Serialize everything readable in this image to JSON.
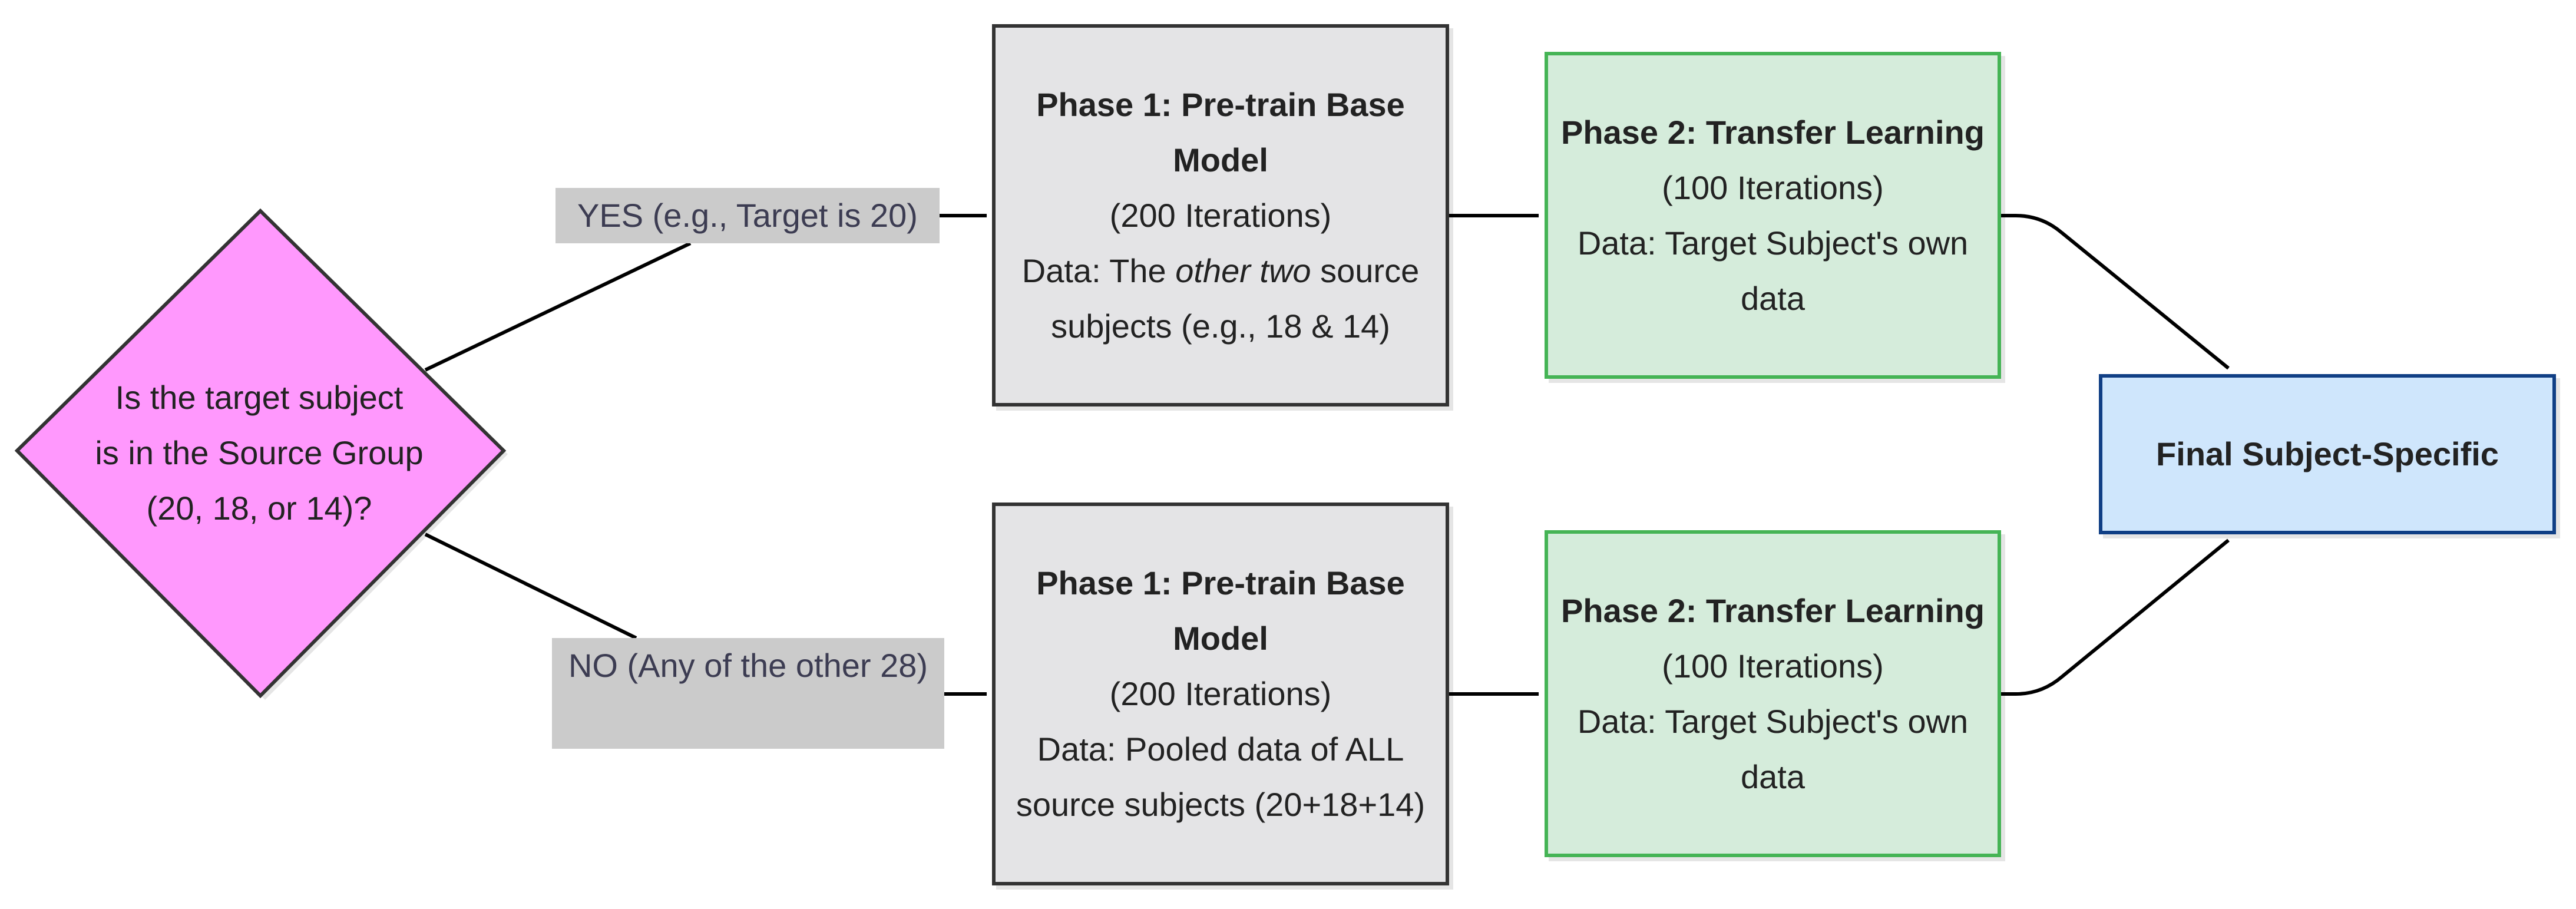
{
  "decision": {
    "lines": [
      "Is the target subject",
      "is in the Source Group",
      "(20, 18, or 14)?"
    ],
    "fill": "#ff98fd"
  },
  "edge_labels": {
    "yes": "YES (e.g., Target is 20)",
    "no": "NO (Any of the other 28)"
  },
  "branch_yes": {
    "phase1": {
      "title": "Phase 1: Pre-train Base Model",
      "iterations": "(200 Iterations)",
      "data_prefix": "Data: The ",
      "data_emphasis": "other two",
      "data_suffix": " source subjects (e.g., 18 & 14)"
    },
    "phase2": {
      "title": "Phase 2: Transfer Learning",
      "iterations": "(100 Iterations)",
      "data": "Data: Target Subject's own data"
    }
  },
  "branch_no": {
    "phase1": {
      "title": "Phase 1: Pre-train Base Model",
      "iterations": "(200 Iterations)",
      "data": "Data: Pooled data of ALL source subjects (20+18+14)"
    },
    "phase2": {
      "title": "Phase 2: Transfer Learning",
      "iterations": "(100 Iterations)",
      "data": "Data: Target Subject's own data"
    }
  },
  "final": {
    "title": "Final Subject-Specific"
  },
  "colors": {
    "decision_fill": "#ff98fd",
    "phase1_fill": "#e4e4e6",
    "phase2_fill": "#d5ecdb",
    "phase2_border": "#45b455",
    "final_fill": "#cfe6fc",
    "final_border": "#103f85",
    "edge_label_bg": "#cbcbcb"
  }
}
